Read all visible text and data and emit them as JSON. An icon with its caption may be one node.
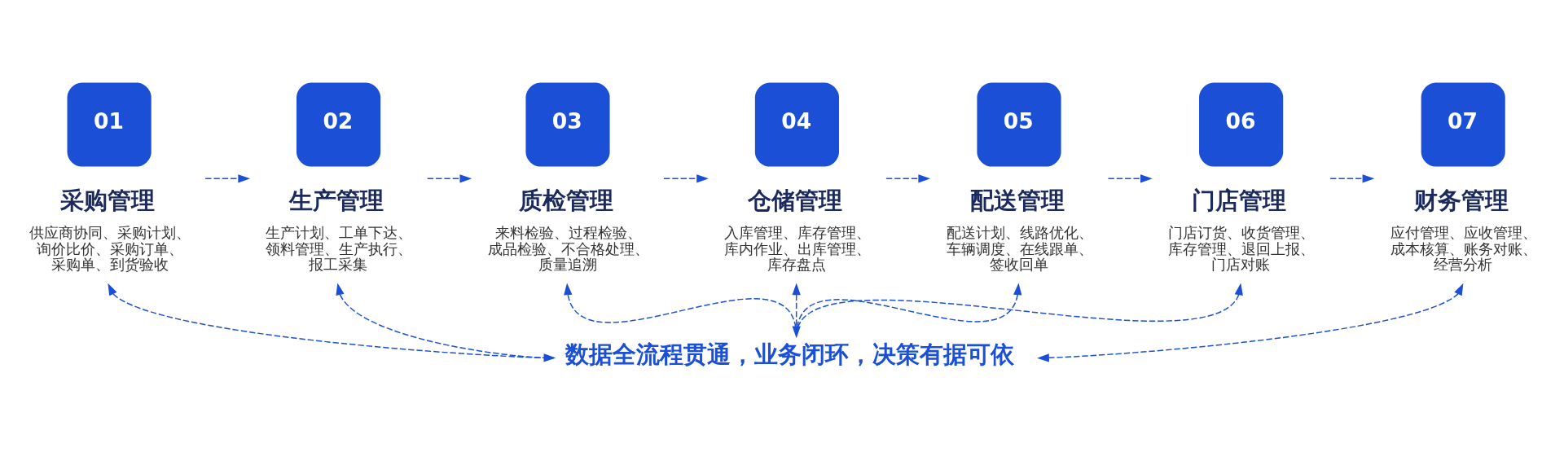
{
  "diagram": {
    "nodes": [
      {
        "text": [
          "01",
          "采购管理",
          "供应商协同、采购计划、询价比价、采购订单、采购单、到货验收"
        ]
      },
      {
        "text": [
          "02",
          "生产管理",
          "生产计划、工单下达、领料管理、生产执行、报工采集"
        ]
      },
      {
        "text": [
          "03",
          "质检管理",
          "来料检验、过程检验、成品检验、不合格处理、质量追溯"
        ]
      },
      {
        "text": [
          "04",
          "仓储管理",
          "入库管理、库存管理、库内作业、出库管理、库存盘点"
        ]
      },
      {
        "text": [
          "05",
          "配送管理",
          "配送计划、线路优化、车辆调度、在线跟单、签收回单"
        ]
      },
      {
        "text": [
          "06",
          "门店管理",
          "门店订货、收货管理、库存管理、退回上报、门店对账"
        ]
      },
      {
        "text": [
          "07",
          "财务管理",
          "应付管理、应收管理、成本核算、账务对账、经营分析"
        ]
      },
      {
        "text": [
          "数据全流程贯通，业务闭环，决策有据可依"
        ]
      }
    ],
    "edges": [
      {
        "from": 0,
        "to": 1,
        "arrow": "to",
        "style": "dashed"
      },
      {
        "from": 1,
        "to": 2,
        "arrow": "to",
        "style": "dashed"
      },
      {
        "from": 2,
        "to": 3,
        "arrow": "to",
        "style": "dashed"
      },
      {
        "from": 3,
        "to": 4,
        "arrow": "to",
        "style": "dashed"
      },
      {
        "from": 4,
        "to": 5,
        "arrow": "to",
        "style": "dashed"
      },
      {
        "from": 5,
        "to": 6,
        "arrow": "to",
        "style": "dashed"
      },
      {
        "from": 7,
        "to": 0,
        "arrow": "both",
        "style": "dashed"
      },
      {
        "from": 7,
        "to": 1,
        "arrow": "to",
        "style": "dashed"
      },
      {
        "from": 7,
        "to": 2,
        "arrow": "to",
        "style": "dashed"
      },
      {
        "from": 7,
        "to": 3,
        "arrow": "both",
        "style": "dashed"
      },
      {
        "from": 7,
        "to": 4,
        "arrow": "to",
        "style": "dashed"
      },
      {
        "from": 7,
        "to": 5,
        "arrow": "to",
        "style": "dashed"
      },
      {
        "from": 7,
        "to": 6,
        "arrow": "both",
        "style": "dashed"
      }
    ]
  }
}
